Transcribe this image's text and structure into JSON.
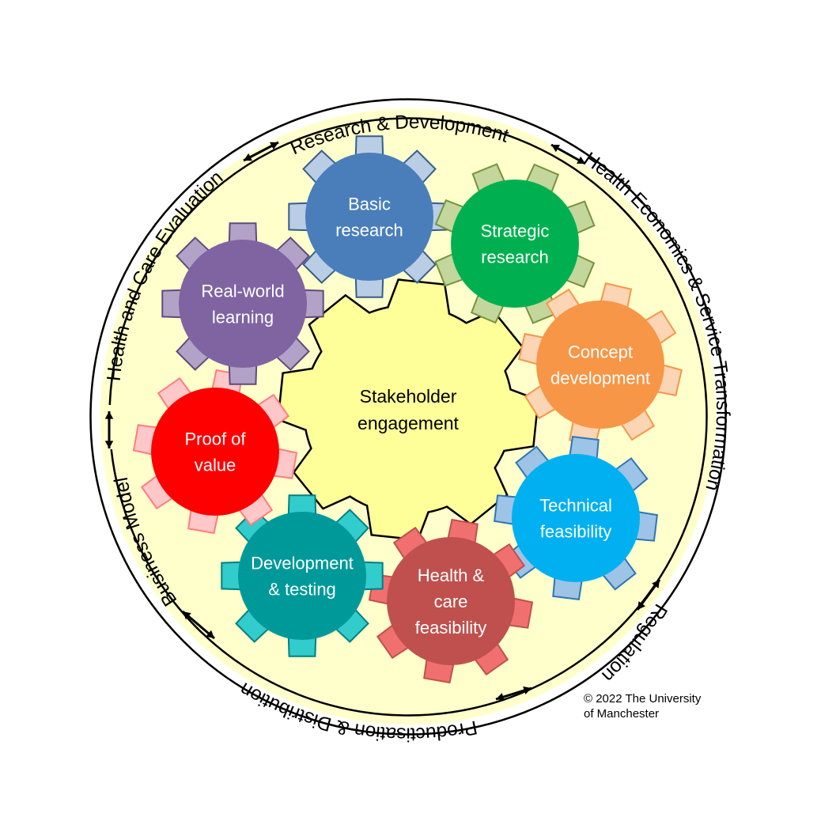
{
  "center": {
    "lines": [
      "Stakeholder",
      "engagement"
    ],
    "fill": "#ffff99",
    "stroke": "#000000"
  },
  "gears": [
    {
      "id": "basic-research",
      "lines": [
        "Basic",
        "research"
      ],
      "fill": "#4a7ebb",
      "tooth": "#b9cde5",
      "toothStroke": "#385d8a"
    },
    {
      "id": "strategic-research",
      "lines": [
        "Strategic",
        "research"
      ],
      "fill": "#00b050",
      "tooth": "#c3d69b",
      "toothStroke": "#77933c"
    },
    {
      "id": "concept-development",
      "lines": [
        "Concept",
        "development"
      ],
      "fill": "#f79646",
      "tooth": "#fcd5b5",
      "toothStroke": "#f79646"
    },
    {
      "id": "technical-feasibility",
      "lines": [
        "Technical",
        "feasibility"
      ],
      "fill": "#00b0f0",
      "tooth": "#9dc3e6",
      "toothStroke": "#2e75b6"
    },
    {
      "id": "health-care-feasibility",
      "lines": [
        "Health &",
        "care",
        "feasibility"
      ],
      "fill": "#c0504d",
      "tooth": "#f07070",
      "toothStroke": "#c0504d"
    },
    {
      "id": "development-testing",
      "lines": [
        "Development",
        "& testing"
      ],
      "fill": "#009999",
      "tooth": "#33cccc",
      "toothStroke": "#008080"
    },
    {
      "id": "proof-of-value",
      "lines": [
        "Proof of",
        "value"
      ],
      "fill": "#ff0000",
      "tooth": "#ffc7c7",
      "toothStroke": "#ff7c80"
    },
    {
      "id": "real-world-learning",
      "lines": [
        "Real-world",
        "learning"
      ],
      "fill": "#8064a2",
      "tooth": "#b3a2c7",
      "toothStroke": "#604a7b"
    }
  ],
  "ring": {
    "fill": "#ffffcc",
    "stroke": "#000000",
    "labels": [
      {
        "id": "research-development",
        "text": "Research & Development"
      },
      {
        "id": "health-economics",
        "text": "Health Economics & Service Transformation"
      },
      {
        "id": "regulation",
        "text": "Regulation"
      },
      {
        "id": "productisation",
        "text": "Productisation & Distribution"
      },
      {
        "id": "business-model",
        "text": "Business Model"
      },
      {
        "id": "health-care-evaluation",
        "text": "Health and Care Evaluation"
      }
    ]
  },
  "copyright": {
    "line1": "© 2022 The University",
    "line2": "of Manchester"
  }
}
